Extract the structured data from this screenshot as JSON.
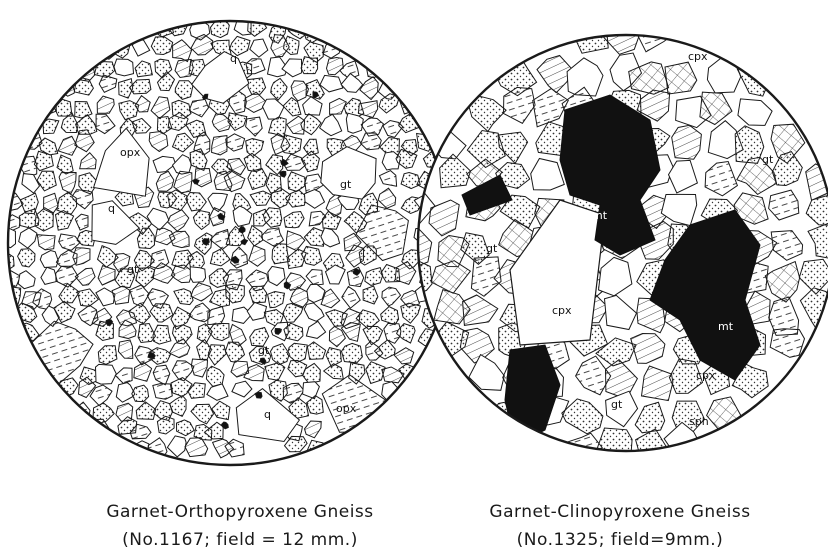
{
  "figure": {
    "left_section": {
      "caption_line1": "Garnet-Orthopyroxene Gneiss",
      "caption_line2": "(No.1167; field = 12 mm.)",
      "mineral_labels": [
        "opx",
        "q",
        "gt",
        "q",
        "gt",
        "opx",
        "gt",
        "q"
      ]
    },
    "right_section": {
      "caption_line1": "Garnet-Clinopyroxene Gneiss",
      "caption_line2": "(No.1325; field=9mm.)",
      "mineral_labels": [
        "cpx",
        "gt",
        "mt",
        "cpx",
        "mt",
        "cpx",
        "gt",
        "gt",
        "sph"
      ]
    },
    "colors": {
      "ink": "#1a1a1a",
      "paper": "#ffffff",
      "opaque": "#111111"
    }
  }
}
